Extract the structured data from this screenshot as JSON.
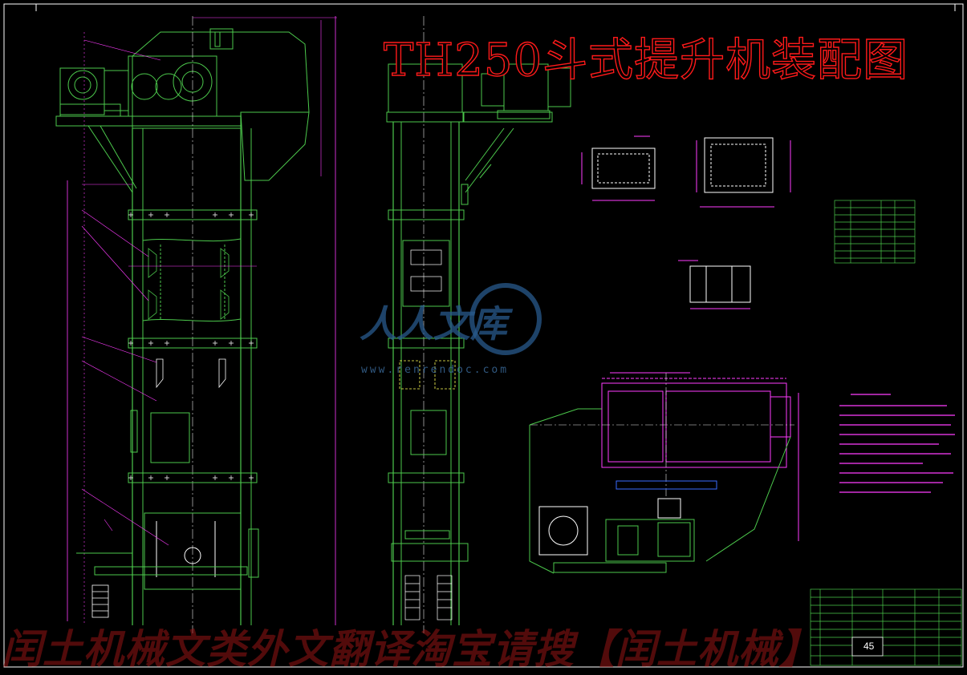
{
  "drawing": {
    "title": "TH250斗式提升机装配图",
    "sheet_number": "45"
  },
  "watermark": {
    "name": "人人文库",
    "url": "www.renrendoc.com",
    "bottom_text": "闰土机械文类外文翻译淘宝请搜【闰土机械】"
  },
  "colors": {
    "background": "#000000",
    "outline": "#ffffff",
    "structure": "#4cc94c",
    "centerline": "#e8e8e8",
    "dimension": "#ff3cff",
    "title": "#ff1a1a",
    "highlight": "#ffff55",
    "hatching": "#3a6cff"
  }
}
